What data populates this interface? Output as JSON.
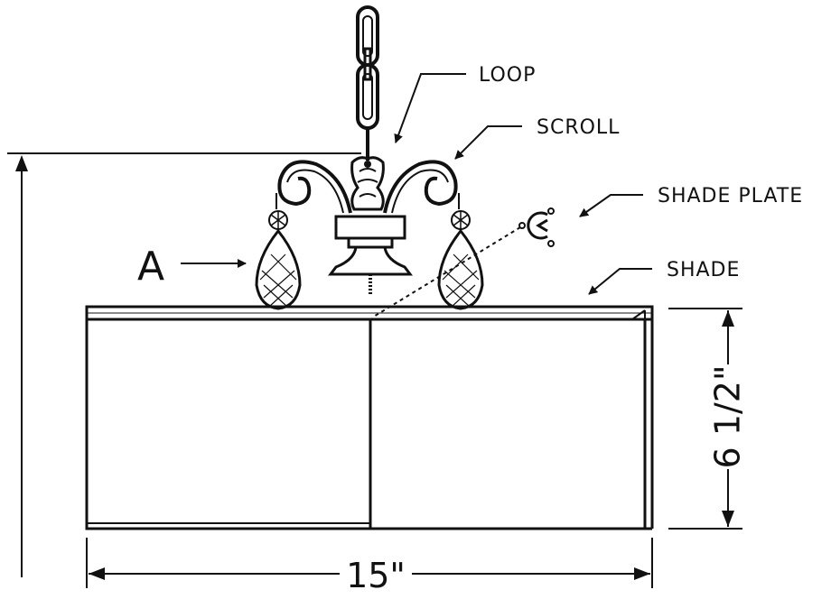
{
  "labels": {
    "loop": "LOOP",
    "scroll": "SCROLL",
    "shade_plate": "SHADE PLATE",
    "shade": "SHADE",
    "a": "A"
  },
  "dimensions": {
    "width": "15\"",
    "height": "6 1/2\""
  }
}
